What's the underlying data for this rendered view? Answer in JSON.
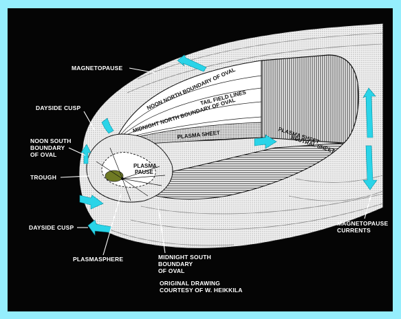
{
  "labels": {
    "magnetopause": "MAGNETOPAUSE",
    "dayside_cusp_top": "DAYSIDE CUSP",
    "noon_south_boundary": [
      "NOON SOUTH",
      "BOUNDARY",
      "OF OVAL"
    ],
    "trough": "TROUGH",
    "dayside_cusp_bottom": "DAYSIDE CUSP",
    "plasmasphere": "PLASMASPHERE",
    "midnight_south_boundary": [
      "MIDNIGHT SOUTH",
      "BOUNDARY",
      "OF OVAL"
    ],
    "magnetopause_currents": [
      "MAGNETOPAUSE",
      "CURRENTS"
    ],
    "credit": [
      "ORIGINAL DRAWING",
      "COURTESY OF W. HEIKKILA"
    ],
    "noon_north_boundary": "NOON NORTH BOUNDARY OF OVAL",
    "tail_field_lines": "TAIL FIELD LINES",
    "midnight_north_boundary": "MIDNIGHT NORTH BOUNDARY OF OVAL",
    "plasma_sheet_inner": "PLASMA SHEET",
    "plasma_sheet_tail": "PLASMA SHEET",
    "neutral_sheet": "NEUTRAL SHEET",
    "plasma_pause": [
      "PLASMA",
      "PAUSE"
    ]
  },
  "colors": {
    "frame": "#95eefd",
    "background": "#050505",
    "arrow": "#2ad4e8",
    "earth": "#6f7a24"
  }
}
